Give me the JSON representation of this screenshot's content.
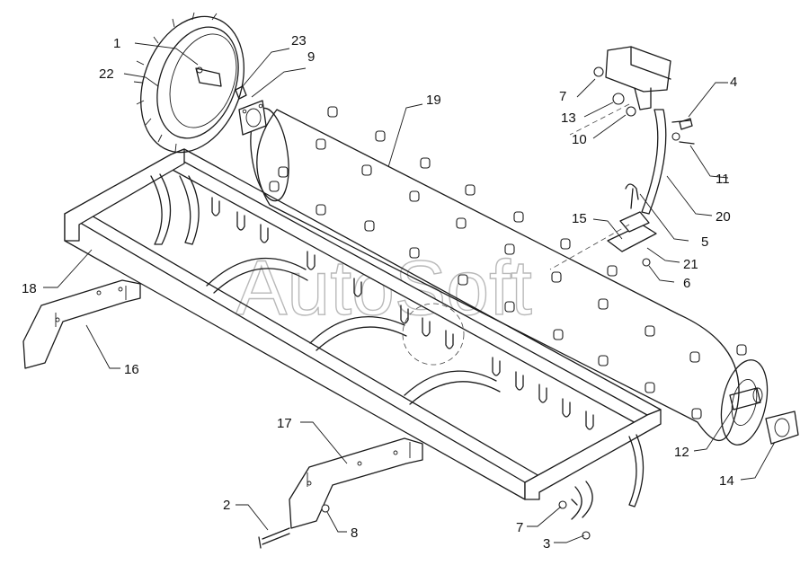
{
  "watermark": "AutoSoft",
  "callouts": [
    {
      "id": "c1",
      "text": "1"
    },
    {
      "id": "c23",
      "text": "23"
    },
    {
      "id": "c9",
      "text": "9"
    },
    {
      "id": "c22",
      "text": "22"
    },
    {
      "id": "c19",
      "text": "19"
    },
    {
      "id": "c7a",
      "text": "7"
    },
    {
      "id": "c13",
      "text": "13"
    },
    {
      "id": "c10",
      "text": "10"
    },
    {
      "id": "c4",
      "text": "4"
    },
    {
      "id": "c11",
      "text": "11"
    },
    {
      "id": "c20",
      "text": "20"
    },
    {
      "id": "c5",
      "text": "5"
    },
    {
      "id": "c15",
      "text": "15"
    },
    {
      "id": "c21",
      "text": "21"
    },
    {
      "id": "c6",
      "text": "6"
    },
    {
      "id": "c18",
      "text": "18"
    },
    {
      "id": "c16",
      "text": "16"
    },
    {
      "id": "c17",
      "text": "17"
    },
    {
      "id": "c12",
      "text": "12"
    },
    {
      "id": "c14",
      "text": "14"
    },
    {
      "id": "c2",
      "text": "2"
    },
    {
      "id": "c8",
      "text": "8"
    },
    {
      "id": "c7b",
      "text": "7"
    },
    {
      "id": "c3",
      "text": "3"
    }
  ]
}
